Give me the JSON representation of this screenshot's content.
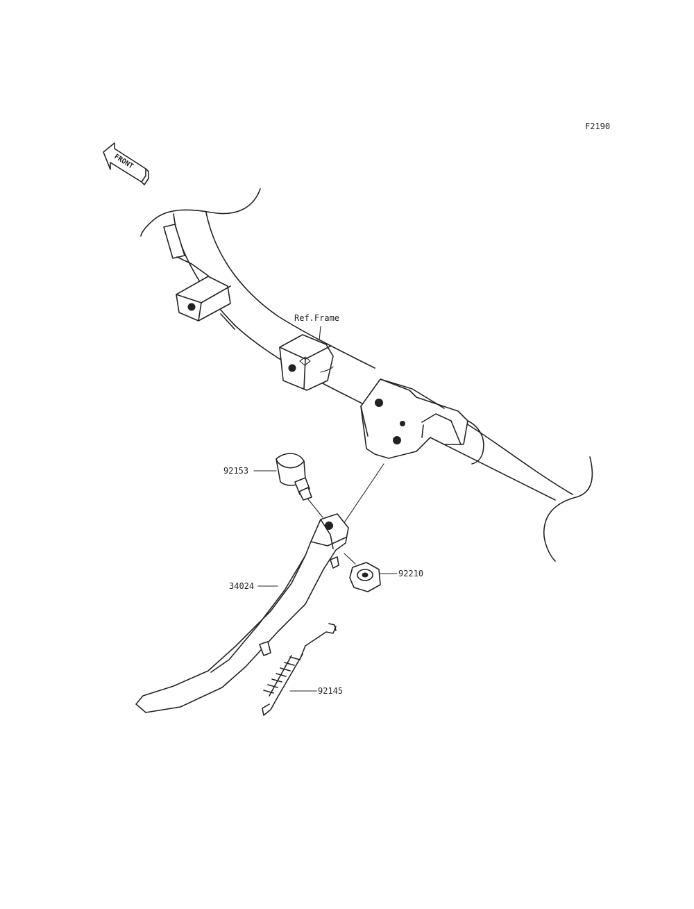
{
  "diagram": {
    "figure_code": "F2190",
    "front_arrow_text": "FRONT",
    "ref_label": "Ref.Frame",
    "parts": [
      {
        "number": "92153"
      },
      {
        "number": "34024"
      },
      {
        "number": "92210"
      },
      {
        "number": "92145"
      }
    ]
  }
}
